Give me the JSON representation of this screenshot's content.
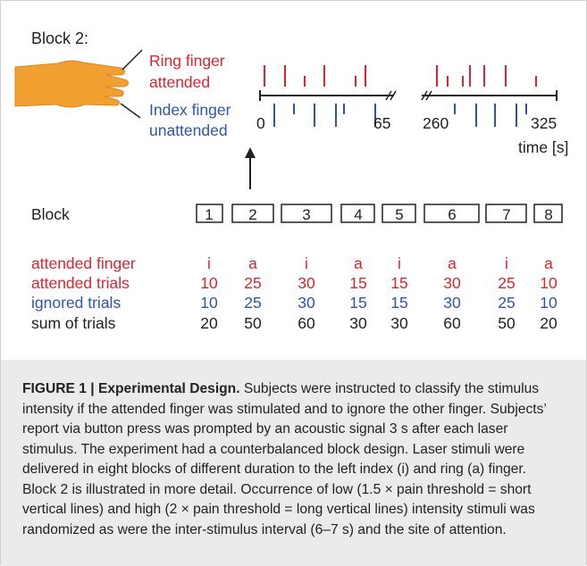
{
  "block_title": "Block 2:",
  "hand": {
    "label_attended": [
      "Ring finger",
      "attended"
    ],
    "label_unattended": [
      "Index finger",
      "unattended"
    ]
  },
  "timeline": {
    "segment1_ticks": [
      "0",
      "65"
    ],
    "segment2_ticks": [
      "260",
      "325"
    ],
    "time_label": "time [s]",
    "attended_color": "#e0242f",
    "unattended_color": "#2e55a6"
  },
  "blocks": {
    "row_label": "Block",
    "labels": [
      "1",
      "2",
      "3",
      "4",
      "5",
      "6",
      "7",
      "8"
    ]
  },
  "table": {
    "rows": [
      {
        "label": "attended finger",
        "color": "#e0242f",
        "values": [
          "i",
          "a",
          "i",
          "a",
          "i",
          "a",
          "i",
          "a"
        ]
      },
      {
        "label": "attended trials",
        "color": "#e0242f",
        "values": [
          "10",
          "25",
          "30",
          "15",
          "15",
          "30",
          "25",
          "10"
        ]
      },
      {
        "label": "ignored trials",
        "color": "#2e55a6",
        "values": [
          "10",
          "25",
          "30",
          "15",
          "15",
          "30",
          "25",
          "10"
        ]
      },
      {
        "label": "sum of trials",
        "color": "#222222",
        "values": [
          "20",
          "50",
          "60",
          "30",
          "30",
          "60",
          "50",
          "20"
        ]
      }
    ]
  },
  "caption": {
    "figure_label": "FIGURE 1 | Experimental Design.",
    "text": " Subjects were instructed to classify the stimulus intensity if the attended finger was stimulated and to ignore the other finger. Subjects’ report via button press was prompted by an acoustic signal 3 s after each laser stimulus. The experiment had a counterbalanced block design. Laser stimuli were delivered in eight blocks of different duration to the left index (i) and ring (a) finger. Block 2 is illustrated in more detail. Occurrence of low (1.5 × pain threshold = short vertical lines) and high (2 × pain threshold = long vertical lines) intensity stimuli was randomized as were the inter-stimulus interval (6–7 s) and the site of attention."
  }
}
